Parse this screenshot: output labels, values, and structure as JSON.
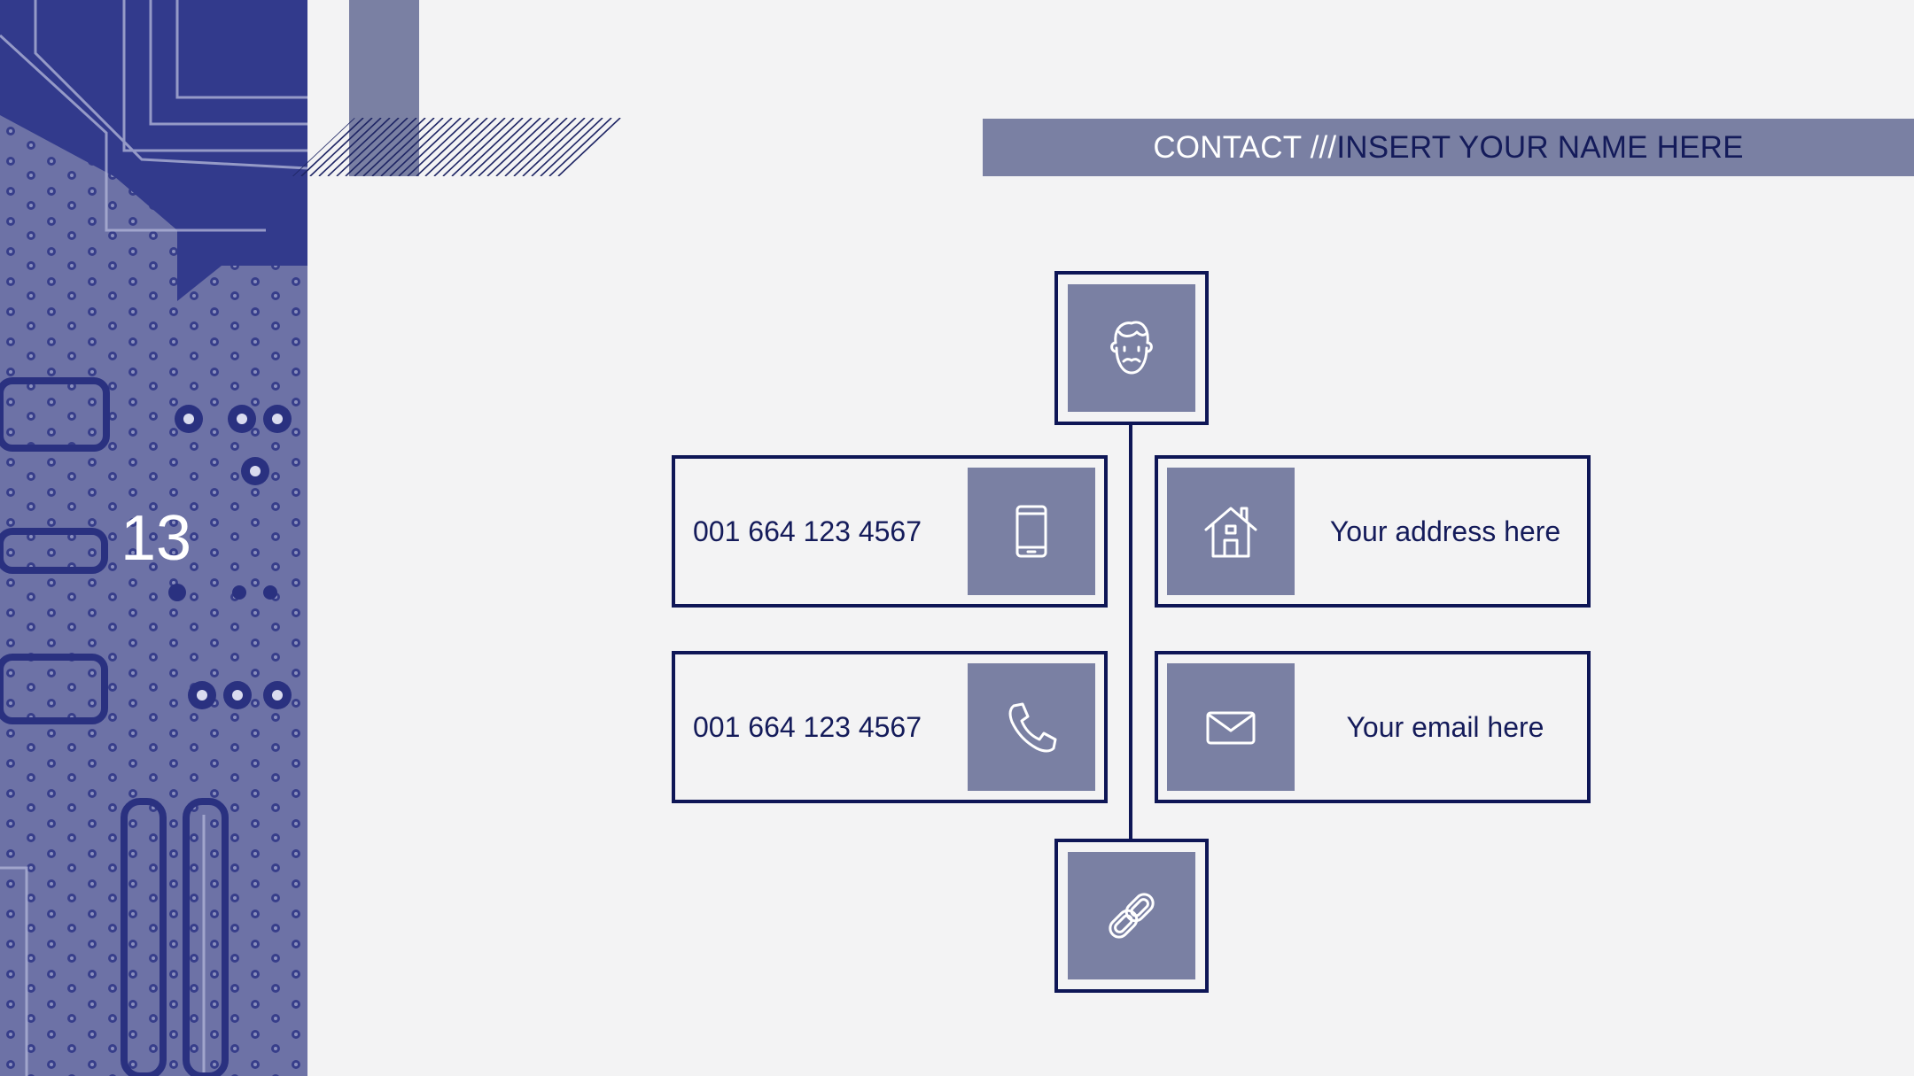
{
  "slide": {
    "page_number": "13"
  },
  "banner": {
    "label_light": "CONTACT /// ",
    "label_dark": "INSERT YOUR NAME HERE"
  },
  "contacts": {
    "phone_mobile": "001 664 123 4567",
    "phone_landline": "001 664 123 4567",
    "address": "Your address here",
    "email": "Your email here"
  },
  "icons": {
    "person": "bearded-person-icon",
    "mobile": "smartphone-icon",
    "phone": "phone-handset-icon",
    "home": "house-icon",
    "email": "envelope-icon",
    "link": "chain-link-icon"
  },
  "colors": {
    "accent": "#7a80a3",
    "navy": "#0e1656",
    "background": "#f3f3f4"
  }
}
